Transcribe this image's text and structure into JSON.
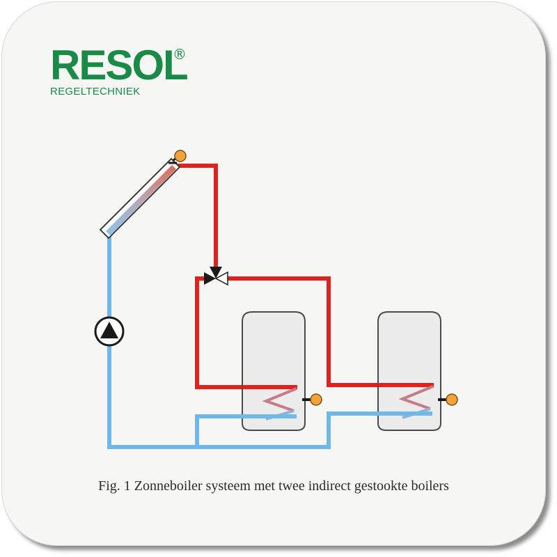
{
  "logo": {
    "wordmark": "RESOL",
    "registered_mark": "®",
    "tagline": "REGELTECHNIEK"
  },
  "caption": "Fig. 1 Zonneboiler systeem met twee indirect gestookte boilers",
  "colors": {
    "brand_green": "#1a8a47",
    "hot_pipe": "#e0221f",
    "cold_pipe": "#6fb8e8",
    "sensor": "#f2a33a",
    "tank_fill": "#ececec",
    "card_background": "#f6f6f4"
  },
  "components": {
    "collector": "solar-collector",
    "pump": "circulation-pump",
    "valve": "three-way-valve",
    "tanks": [
      "storage-tank-1",
      "storage-tank-2"
    ],
    "sensors": [
      "collector-sensor",
      "tank-1-sensor",
      "tank-2-sensor"
    ]
  }
}
